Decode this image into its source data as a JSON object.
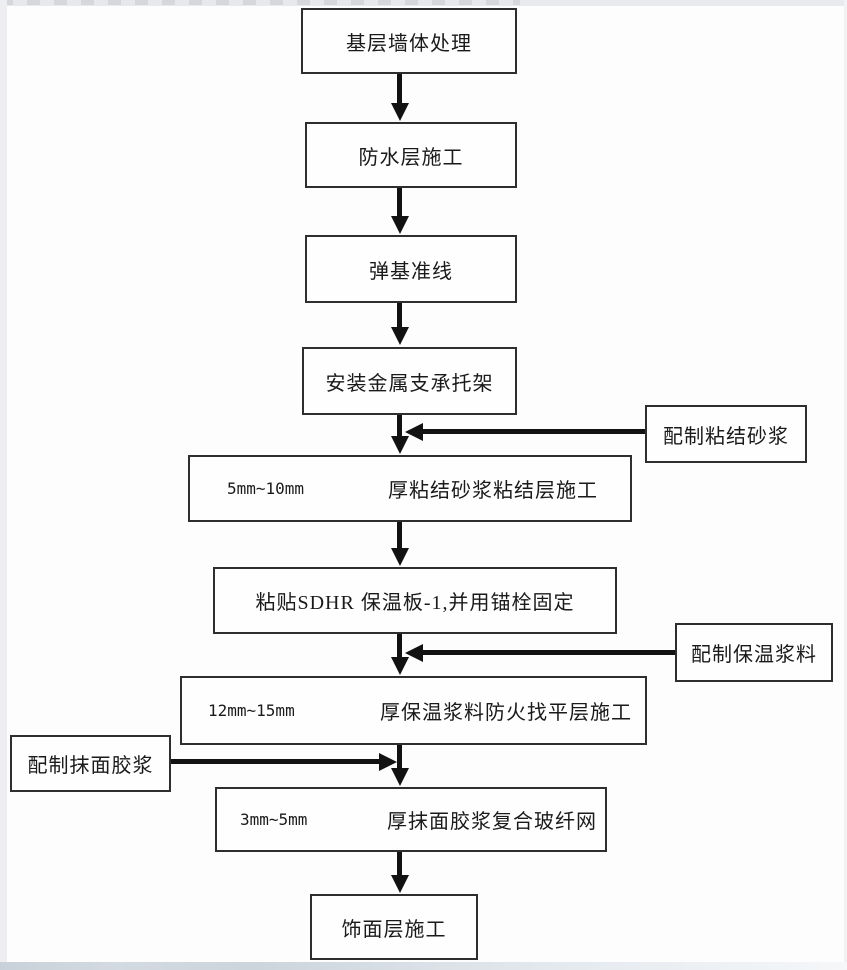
{
  "figure": {
    "type": "flowchart",
    "description": "外墙保温施工工艺流程图"
  },
  "colors": {
    "box_border": "#2e2e2e",
    "arrow": "#121212",
    "background": "#fdfdfd",
    "text": "#1a1a1a"
  },
  "flow": {
    "steps": [
      {
        "label": "基层墙体处理"
      },
      {
        "label": "防水层施工"
      },
      {
        "label": "弹基准线"
      },
      {
        "label": "安装金属支承托架"
      },
      {
        "thickness": "5mm~10mm",
        "label": "厚粘结砂浆粘结层施工"
      },
      {
        "label": "粘贴SDHR 保温板-1,并用锚栓固定"
      },
      {
        "thickness": "12mm~15mm",
        "label": "厚保温浆料防火找平层施工"
      },
      {
        "thickness": "3mm~5mm",
        "label": "厚抹面胶浆复合玻纤网"
      },
      {
        "label": "饰面层施工"
      }
    ],
    "inputs": [
      {
        "label": "配制粘结砂浆",
        "side": "right",
        "joins_before_step": "厚粘结砂浆粘结层施工"
      },
      {
        "label": "配制保温浆料",
        "side": "right",
        "joins_before_step": "厚保温浆料防火找平层施工"
      },
      {
        "label": "配制抹面胶浆",
        "side": "left",
        "joins_before_step": "厚抹面胶浆复合玻纤网"
      }
    ]
  }
}
